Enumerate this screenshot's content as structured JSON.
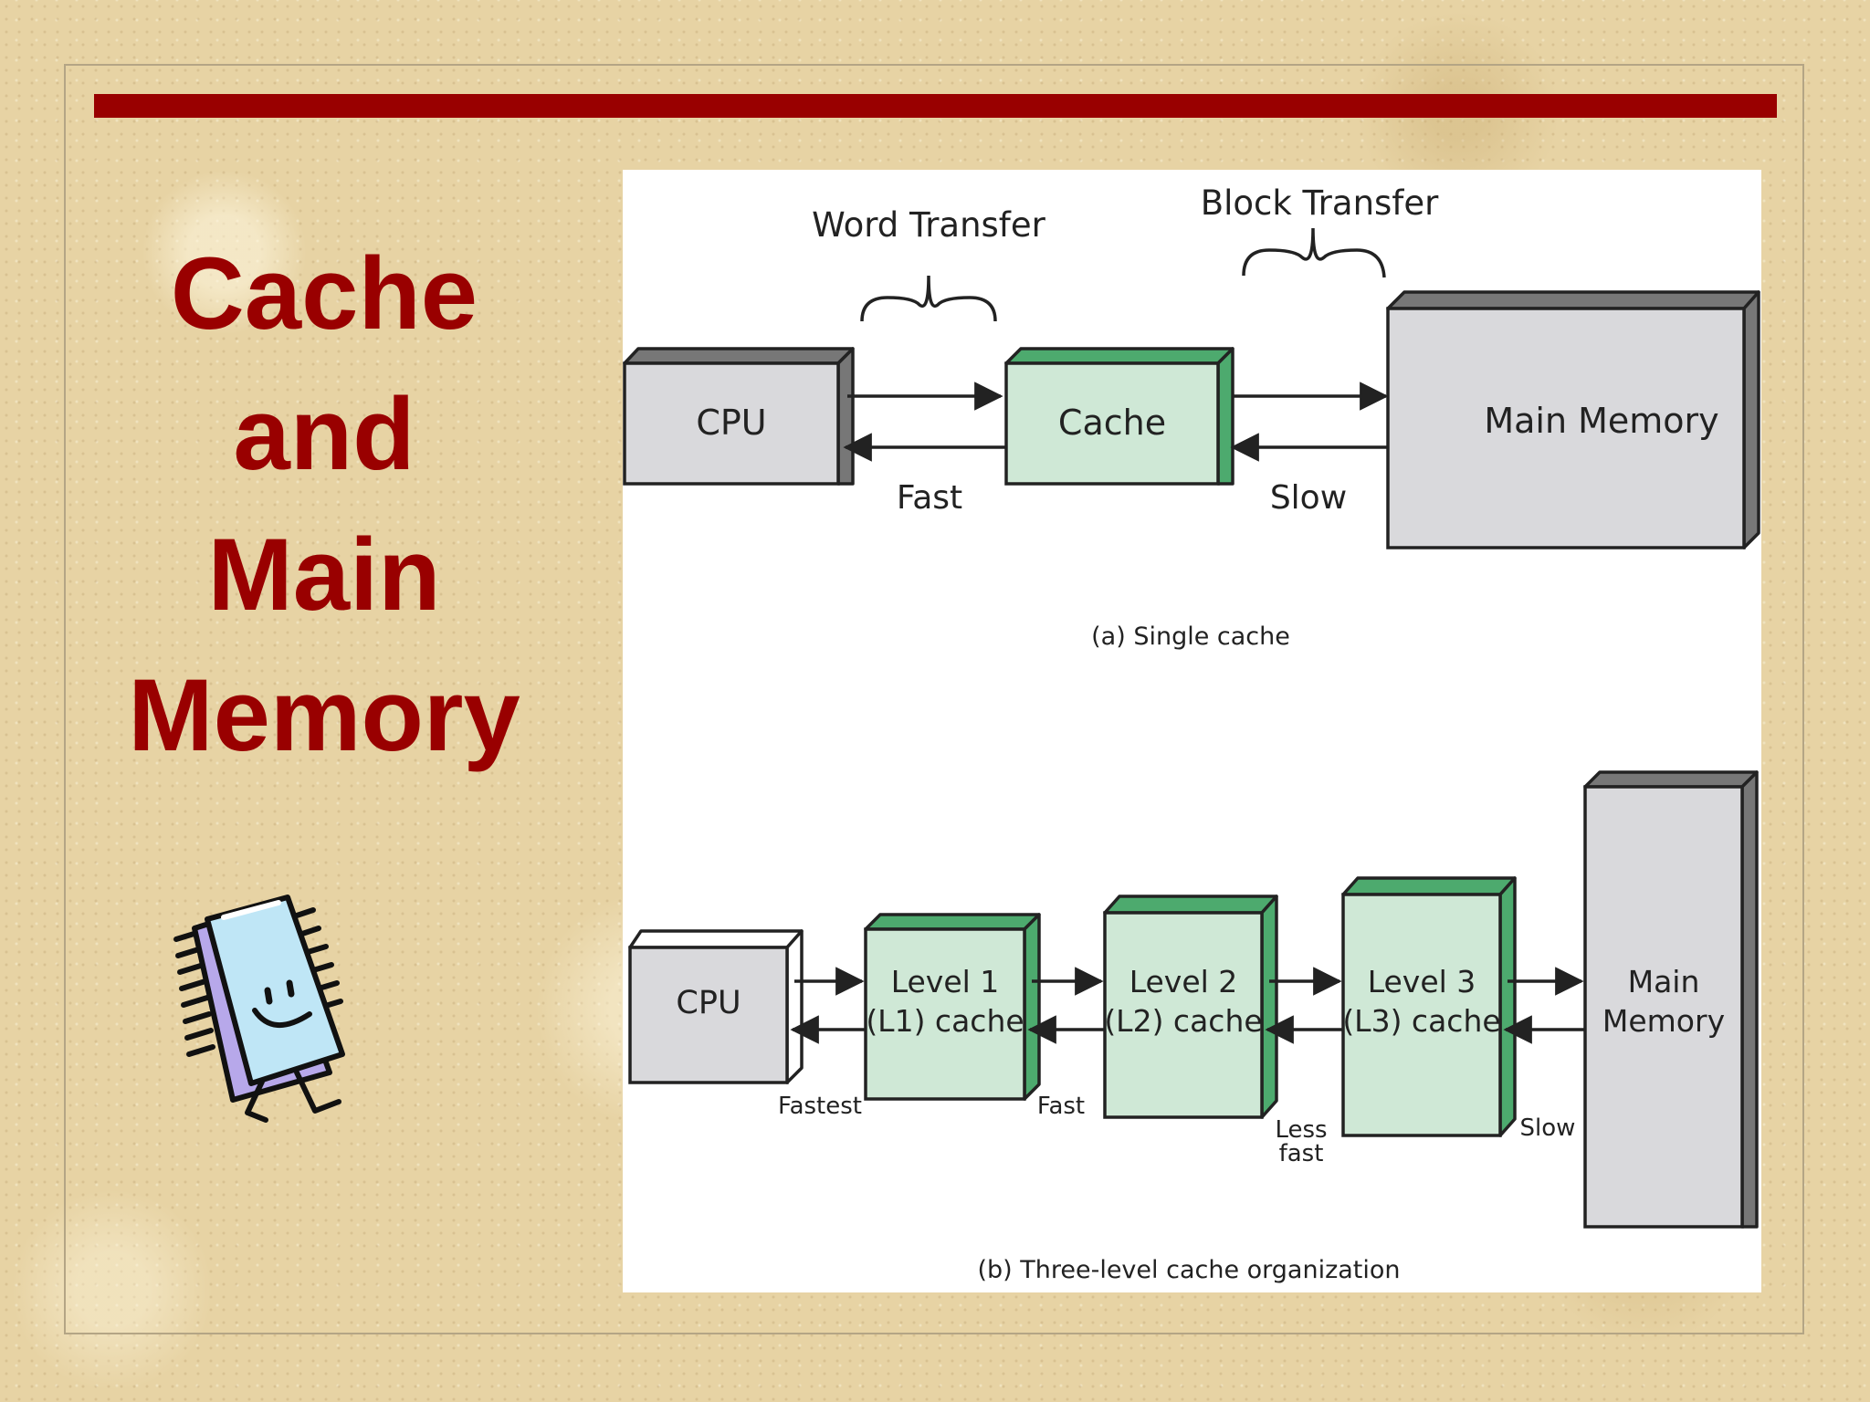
{
  "slide": {
    "title_lines": [
      "Cache",
      "and",
      "Main",
      "Memory"
    ],
    "accent_color": "#990000",
    "background_color": "#e7d3a4"
  },
  "clipart": {
    "icon": "smiling-memory-chip-icon"
  },
  "diagram": {
    "colors": {
      "cache_box": "#cfe8d6",
      "cache_edge": "#4daa6e",
      "memory_box": "#d9d9dc",
      "memory_edge": "#777777"
    },
    "single_cache": {
      "word_transfer_label": "Word Transfer",
      "block_transfer_label": "Block Transfer",
      "cpu_label": "CPU",
      "cache_label": "Cache",
      "main_memory_label": "Main Memory",
      "fast_label": "Fast",
      "slow_label": "Slow",
      "caption": "(a) Single cache"
    },
    "three_level": {
      "cpu_label": "CPU",
      "l1_line1": "Level 1",
      "l1_line2": "(L1) cache",
      "l2_line1": "Level 2",
      "l2_line2": "(L2) cache",
      "l3_line1": "Level 3",
      "l3_line2": "(L3) cache",
      "mem_line1": "Main",
      "mem_line2": "Memory",
      "fastest_label": "Fastest",
      "fast_label": "Fast",
      "less_fast_line1": "Less",
      "less_fast_line2": "fast",
      "slow_label": "Slow",
      "caption": "(b) Three-level cache organization"
    }
  }
}
